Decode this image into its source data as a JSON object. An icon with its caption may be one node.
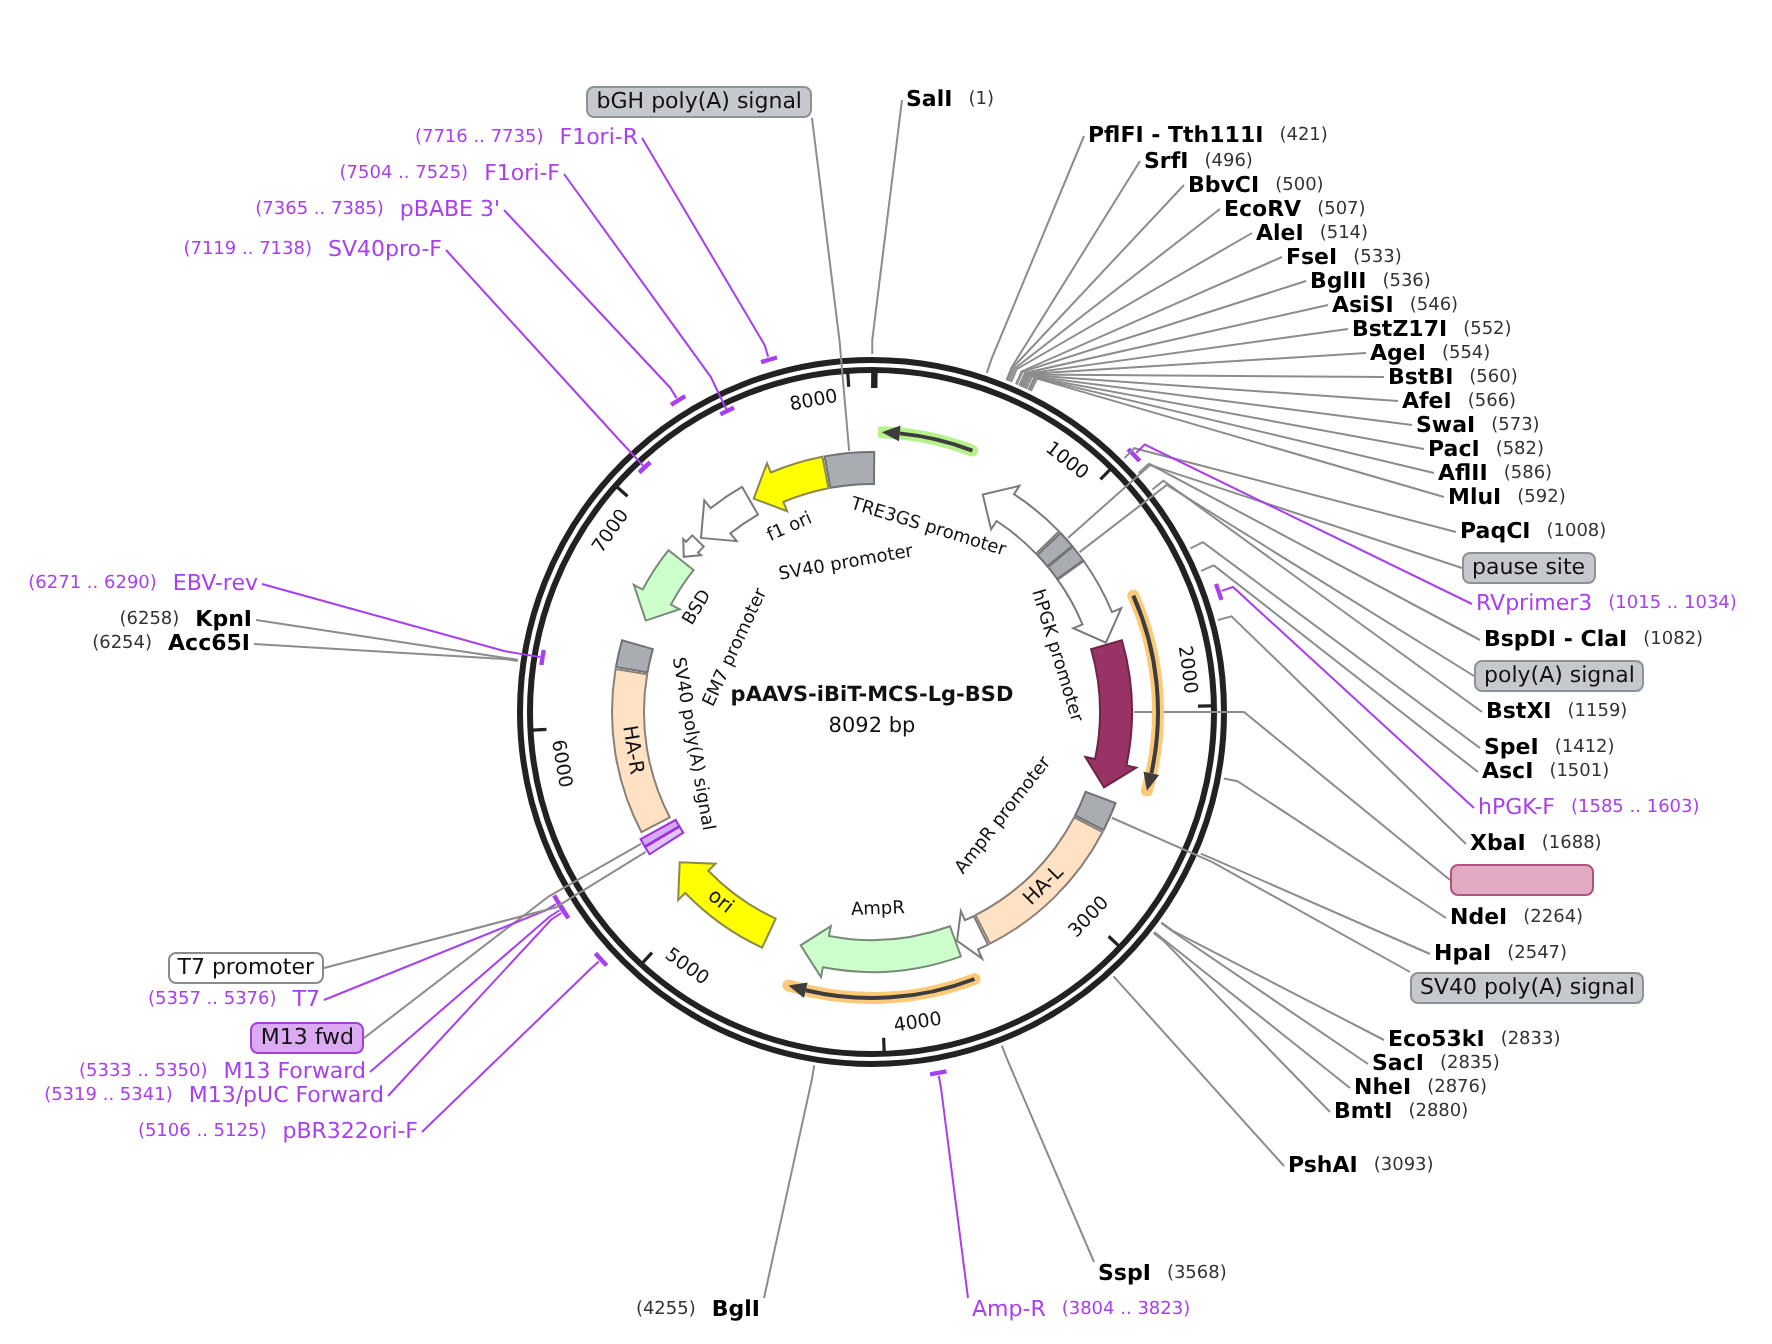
{
  "diagram": {
    "title": "pAAVS-iBiT-MCS-Lg-BSD",
    "nodes": [
      {
        "text": [
          "bGH poly(A) signal"
        ]
      },
      {
        "text": [
          "SalI",
          "(1)"
        ]
      },
      {
        "text": [
          "PflFI - Tth111I",
          "(421)"
        ]
      },
      {
        "text": [
          "SrfI",
          "(496)"
        ]
      },
      {
        "text": [
          "BbvCI",
          "(500)"
        ]
      },
      {
        "text": [
          "EcoRV",
          "(507)"
        ]
      },
      {
        "text": [
          "AleI",
          "(514)"
        ]
      },
      {
        "text": [
          "FseI",
          "(533)"
        ]
      },
      {
        "text": [
          "BglII",
          "(536)"
        ]
      },
      {
        "text": [
          "AsiSI",
          "(546)"
        ]
      },
      {
        "text": [
          "BstZ17I",
          "(552)"
        ]
      },
      {
        "text": [
          "AgeI",
          "(554)"
        ]
      },
      {
        "text": [
          "BstBI",
          "(560)"
        ]
      },
      {
        "text": [
          "AfeI",
          "(566)"
        ]
      },
      {
        "text": [
          "SwaI",
          "(573)"
        ]
      },
      {
        "text": [
          "PacI",
          "(582)"
        ]
      },
      {
        "text": [
          "AflII",
          "(586)"
        ]
      },
      {
        "text": [
          "MluI",
          "(592)"
        ]
      },
      {
        "text": [
          "PaqCI",
          "(1008)"
        ]
      },
      {
        "text": [
          "pause site"
        ]
      },
      {
        "text": [
          "RVprimer3",
          "(1015 .. 1034)"
        ]
      },
      {
        "text": [
          "BspDI - ClaI",
          "(1082)"
        ]
      },
      {
        "text": [
          "poly(A) signal"
        ]
      },
      {
        "text": [
          "BstXI",
          "(1159)"
        ]
      },
      {
        "text": [
          "SpeI",
          "(1412)"
        ]
      },
      {
        "text": [
          "AscI",
          "(1501)"
        ]
      },
      {
        "text": [
          "hPGK-F",
          "(1585 .. 1603)"
        ]
      },
      {
        "text": [
          "XbaI",
          "(1688)"
        ]
      },
      {
        "text": [],
        "shape": "box"
      },
      {
        "text": [
          "NdeI",
          "(2264)"
        ]
      },
      {
        "text": [
          "HpaI",
          "(2547)"
        ]
      },
      {
        "text": [
          "SV40 poly(A) signal"
        ]
      },
      {
        "text": [
          "Eco53kI",
          "(2833)"
        ]
      },
      {
        "text": [
          "SacI",
          "(2835)"
        ]
      },
      {
        "text": [
          "NheI",
          "(2876)"
        ]
      },
      {
        "text": [
          "BmtI",
          "(2880)"
        ]
      },
      {
        "text": [
          "PshAI",
          "(3093)"
        ]
      },
      {
        "text": [
          "SspI",
          "(3568)"
        ]
      },
      {
        "text": [
          "Amp-R",
          "(3804 .. 3823)"
        ]
      },
      {
        "text": [
          "(4255)",
          "BglI"
        ]
      },
      {
        "text": [
          "(5106 .. 5125)",
          "pBR322ori-F"
        ]
      },
      {
        "text": [
          "(5319 .. 5341)",
          "M13/pUC Forward"
        ]
      },
      {
        "text": [
          "(5333 .. 5350)",
          "M13 Forward"
        ]
      },
      {
        "text": [
          "M13 fwd"
        ]
      },
      {
        "text": [
          "(5357 .. 5376)",
          "T7"
        ]
      },
      {
        "text": [
          "T7 promoter"
        ]
      },
      {
        "text": [
          "(6254)",
          "Acc65I"
        ]
      },
      {
        "text": [
          "(6258)",
          "KpnI"
        ]
      },
      {
        "text": [
          "(6271 .. 6290)",
          "EBV-rev"
        ]
      },
      {
        "text": [
          "(7119 .. 7138)",
          "SV40pro-F"
        ]
      },
      {
        "text": [
          "(7365 .. 7385)",
          "pBABE 3'"
        ]
      },
      {
        "text": [
          "(7504 .. 7525)",
          "F1ori-F"
        ]
      },
      {
        "text": [
          "(7716 .. 7735)",
          "F1ori-R"
        ]
      },
      {
        "text": [],
        "shape": "box"
      },
      {
        "text": [],
        "shape": "arrow"
      },
      {
        "text": [],
        "shape": "arrow",
        "beside": [
          "f1 ori"
        ]
      },
      {
        "text": [],
        "shape": "arrow",
        "beside": [
          "SV40 promoter"
        ]
      },
      {
        "text": [],
        "shape": "arrow"
      },
      {
        "text": [],
        "shape": "arrow",
        "beside": [
          "BSD"
        ]
      },
      {
        "text": [],
        "shape": "box"
      },
      {
        "text": [
          "HA-R"
        ]
      },
      {
        "text": [],
        "shape": "bar"
      },
      {
        "text": [],
        "shape": "bar"
      },
      {
        "text": [
          "ori"
        ]
      },
      {
        "text": [],
        "shape": "arrow",
        "beside": [
          "AmpR"
        ]
      },
      {
        "text": [],
        "shape": "arrow"
      },
      {
        "text": [
          "HA-L"
        ]
      },
      {
        "text": [],
        "shape": "box"
      },
      {
        "text": [],
        "shape": "arrow"
      },
      {
        "text": [],
        "shape": "arrow",
        "beside": [
          "hPGK promoter"
        ]
      },
      {
        "text": [],
        "shape": "box"
      },
      {
        "text": [],
        "shape": "box"
      },
      {
        "text": [],
        "shape": "arrow",
        "beside": [
          "TRE3GS promoter"
        ]
      },
      {
        "text": [],
        "shape": "arrow"
      },
      {
        "text": [],
        "shape": "arrow"
      }
    ],
    "edges": [
      {
        "from": 0,
        "to": 53,
        "arrow": "none"
      },
      {
        "from": 1,
        "to": null,
        "arrow": "none"
      },
      {
        "from": 2,
        "to": null,
        "arrow": "none"
      },
      {
        "from": 3,
        "to": null,
        "arrow": "none"
      },
      {
        "from": 4,
        "to": null,
        "arrow": "none"
      },
      {
        "from": 5,
        "to": null,
        "arrow": "none"
      },
      {
        "from": 6,
        "to": null,
        "arrow": "none"
      },
      {
        "from": 7,
        "to": null,
        "arrow": "none"
      },
      {
        "from": 8,
        "to": null,
        "arrow": "none"
      },
      {
        "from": 9,
        "to": null,
        "arrow": "none"
      },
      {
        "from": 10,
        "to": null,
        "arrow": "none"
      },
      {
        "from": 11,
        "to": null,
        "arrow": "none"
      },
      {
        "from": 12,
        "to": null,
        "arrow": "none"
      },
      {
        "from": 13,
        "to": null,
        "arrow": "none"
      },
      {
        "from": 14,
        "to": null,
        "arrow": "none"
      },
      {
        "from": 15,
        "to": null,
        "arrow": "none"
      },
      {
        "from": 16,
        "to": null,
        "arrow": "none"
      },
      {
        "from": 17,
        "to": null,
        "arrow": "none"
      },
      {
        "from": 18,
        "to": null,
        "arrow": "none"
      },
      {
        "from": 19,
        "to": 70,
        "arrow": "none"
      },
      {
        "from": 20,
        "to": null,
        "arrow": "none",
        "color": "#a83ff0"
      },
      {
        "from": 21,
        "to": null,
        "arrow": "none"
      },
      {
        "from": 22,
        "to": 71,
        "arrow": "none"
      },
      {
        "from": 23,
        "to": null,
        "arrow": "none"
      },
      {
        "from": 24,
        "to": null,
        "arrow": "none"
      },
      {
        "from": 25,
        "to": null,
        "arrow": "none"
      },
      {
        "from": 26,
        "to": null,
        "arrow": "none",
        "color": "#a83ff0"
      },
      {
        "from": 27,
        "to": null,
        "arrow": "none"
      },
      {
        "from": 28,
        "to": 68,
        "arrow": "none"
      },
      {
        "from": 29,
        "to": null,
        "arrow": "none"
      },
      {
        "from": 30,
        "to": null,
        "arrow": "none"
      },
      {
        "from": 31,
        "to": 67,
        "arrow": "none"
      },
      {
        "from": 32,
        "to": null,
        "arrow": "none"
      },
      {
        "from": 33,
        "to": null,
        "arrow": "none"
      },
      {
        "from": 34,
        "to": null,
        "arrow": "none"
      },
      {
        "from": 35,
        "to": null,
        "arrow": "none"
      },
      {
        "from": 36,
        "to": null,
        "arrow": "none"
      },
      {
        "from": 37,
        "to": null,
        "arrow": "none"
      },
      {
        "from": 38,
        "to": null,
        "arrow": "none",
        "color": "#a83ff0"
      },
      {
        "from": 39,
        "to": null,
        "arrow": "none"
      },
      {
        "from": 40,
        "to": null,
        "arrow": "none",
        "color": "#a83ff0"
      },
      {
        "from": 41,
        "to": null,
        "arrow": "none",
        "color": "#a83ff0"
      },
      {
        "from": 42,
        "to": null,
        "arrow": "none",
        "color": "#a83ff0"
      },
      {
        "from": 43,
        "to": 62,
        "arrow": "none"
      },
      {
        "from": 44,
        "to": null,
        "arrow": "none",
        "color": "#a83ff0"
      },
      {
        "from": 45,
        "to": 61,
        "arrow": "none"
      },
      {
        "from": 46,
        "to": null,
        "arrow": "none"
      },
      {
        "from": 47,
        "to": null,
        "arrow": "none"
      },
      {
        "from": 48,
        "to": null,
        "arrow": "none",
        "color": "#a83ff0"
      },
      {
        "from": 49,
        "to": null,
        "arrow": "none",
        "color": "#a83ff0"
      },
      {
        "from": 50,
        "to": null,
        "arrow": "none",
        "color": "#a83ff0"
      },
      {
        "from": 51,
        "to": null,
        "arrow": "none",
        "color": "#a83ff0"
      },
      {
        "from": 52,
        "to": null,
        "arrow": "none",
        "color": "#a83ff0"
      }
    ],
    "labels": [
      "8092 bp",
      "EM7 promoter",
      "SV40 poly(A) signal",
      "AmpR promoter",
      "1000",
      "2000",
      "3000",
      "4000",
      "5000",
      "6000",
      "7000",
      "8000"
    ]
  }
}
